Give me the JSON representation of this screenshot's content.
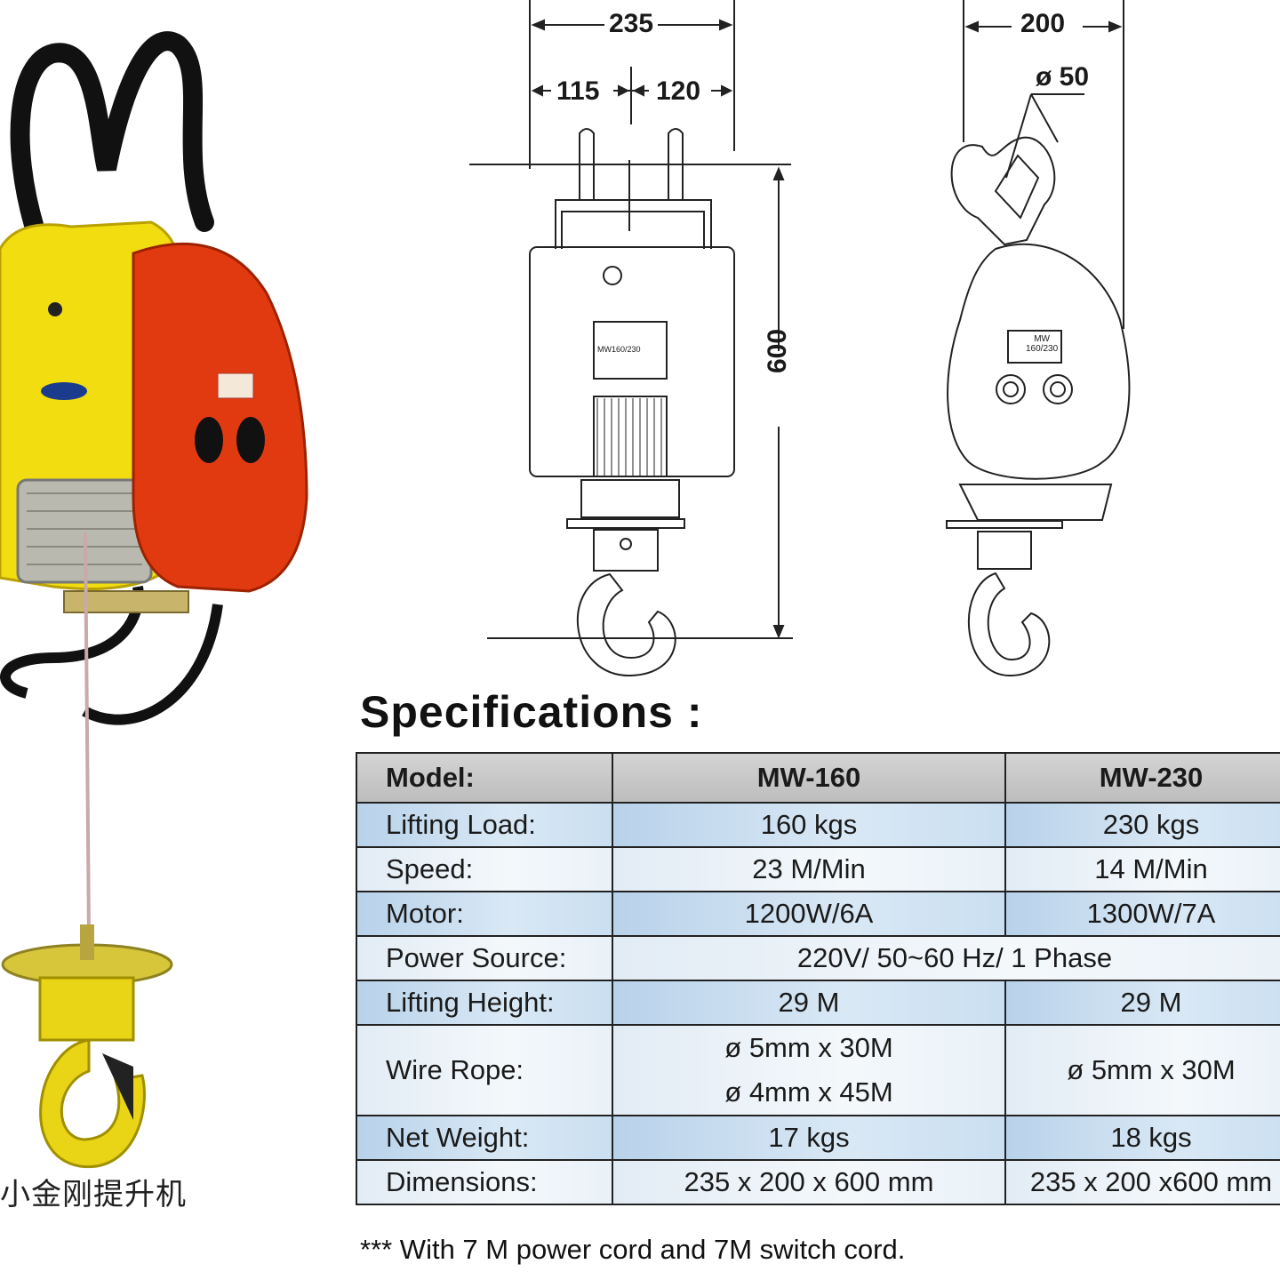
{
  "photo": {
    "caption": "小金刚提升机"
  },
  "diagram": {
    "front": {
      "width_total": "235",
      "width_left": "115",
      "width_right": "120",
      "height": "600",
      "plate_label": "MW160/230"
    },
    "side": {
      "width": "200",
      "hook_diameter": "ø 50",
      "plate_label_line1": "MW",
      "plate_label_line2": "160/230"
    }
  },
  "spec": {
    "title": "Specifications :",
    "header": {
      "label": "Model:",
      "col1": "MW-160",
      "col2": "MW-230"
    },
    "rows": [
      {
        "label": "Lifting Load:",
        "col1": "160  kgs",
        "col2": "230  kgs"
      },
      {
        "label": "Speed:",
        "col1": "23 M/Min",
        "col2": "14 M/Min"
      },
      {
        "label": "Motor:",
        "col1": "1200W/6A",
        "col2": "1300W/7A"
      },
      {
        "label": "Power Source:",
        "merged": "220V/ 50~60 Hz/ 1 Phase"
      },
      {
        "label": "Lifting Height:",
        "col1": "29 M",
        "col2": "29 M"
      },
      {
        "label": "Wire Rope:",
        "col1_a": "ø 5mm x 30M",
        "col1_b": "ø 4mm x 45M",
        "col2": "ø 5mm x 30M"
      },
      {
        "label": "Net Weight:",
        "col1": "17 kgs",
        "col2": "18 kgs"
      },
      {
        "label": "Dimensions:",
        "col1": "235 x 200 x 600 mm",
        "col2": "235 x 200 x600 mm"
      }
    ]
  },
  "footnote": "*** With 7 M power cord and 7M switch cord."
}
